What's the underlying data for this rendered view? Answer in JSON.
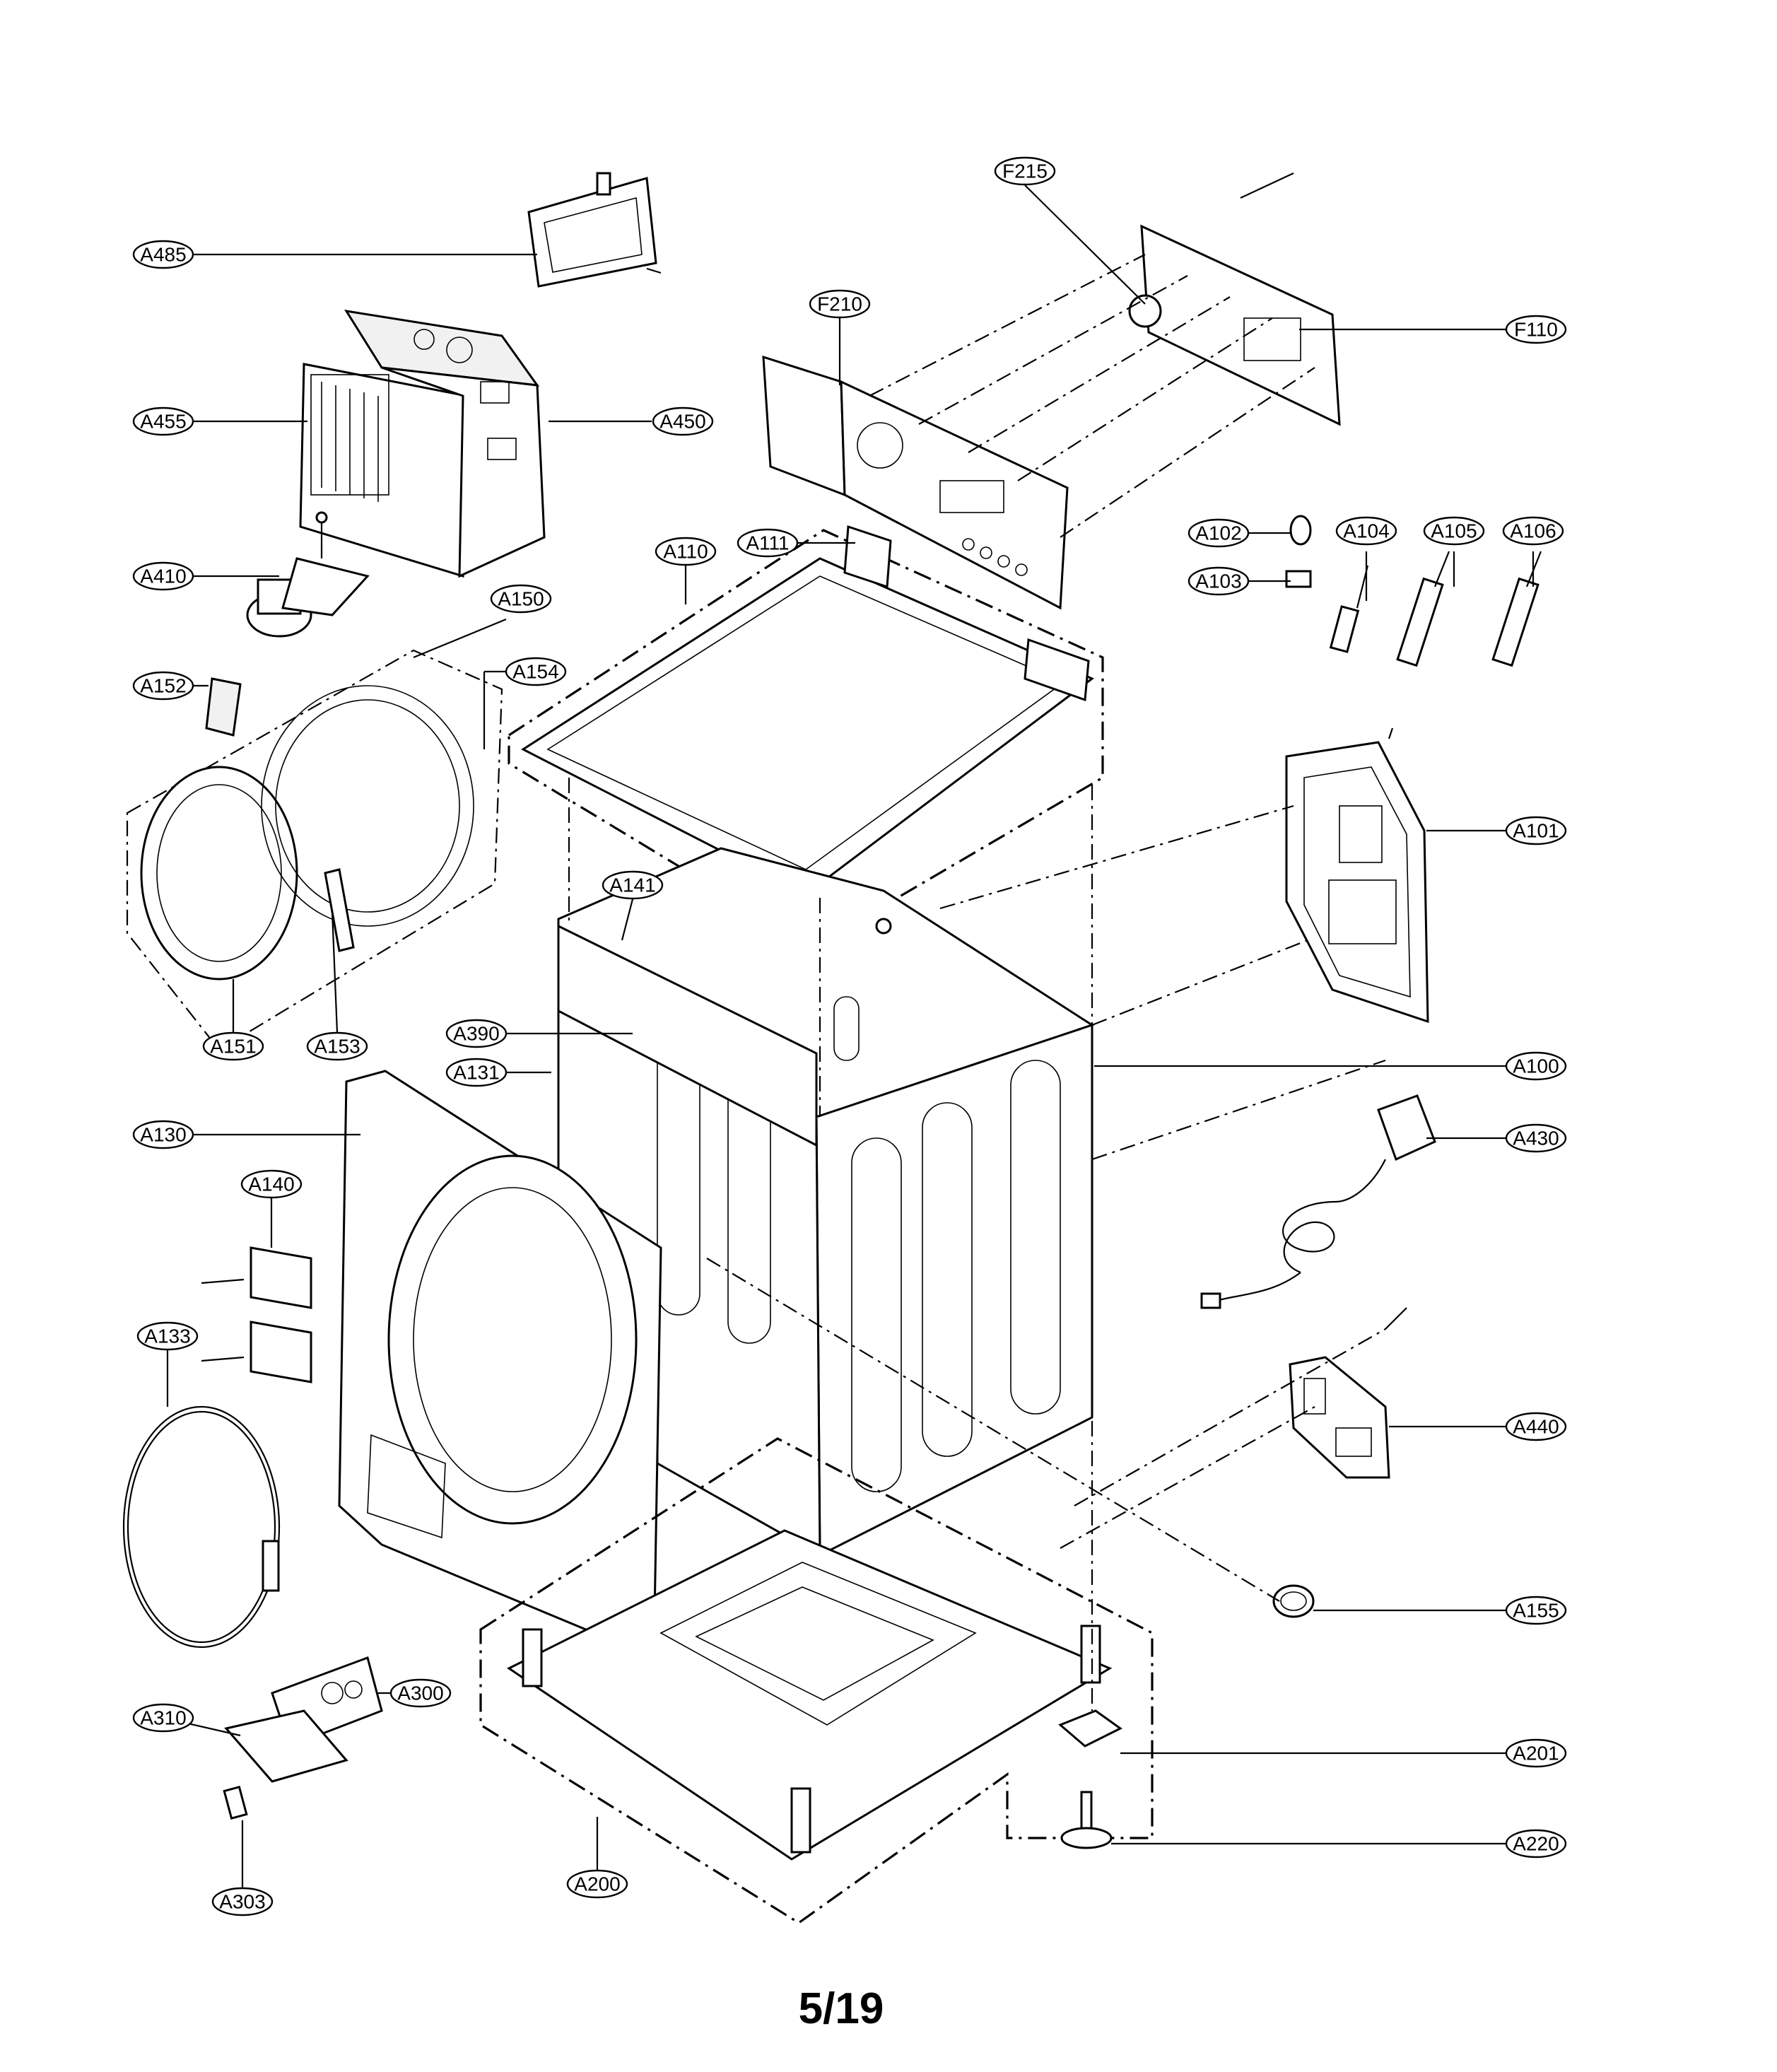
{
  "callouts": [
    {
      "id": "a485",
      "label": "A485"
    },
    {
      "id": "f215",
      "label": "F215"
    },
    {
      "id": "f210",
      "label": "F210"
    },
    {
      "id": "f110",
      "label": "F110"
    },
    {
      "id": "a455",
      "label": "A455"
    },
    {
      "id": "a450",
      "label": "A450"
    },
    {
      "id": "a410",
      "label": "A410"
    },
    {
      "id": "a110",
      "label": "A110"
    },
    {
      "id": "a111",
      "label": "A111"
    },
    {
      "id": "a102",
      "label": "A102"
    },
    {
      "id": "a103",
      "label": "A103"
    },
    {
      "id": "a104",
      "label": "A104"
    },
    {
      "id": "a105",
      "label": "A105"
    },
    {
      "id": "a106",
      "label": "A106"
    },
    {
      "id": "a150",
      "label": "A150"
    },
    {
      "id": "a152",
      "label": "A152"
    },
    {
      "id": "a154",
      "label": "A154"
    },
    {
      "id": "a101",
      "label": "A101"
    },
    {
      "id": "a141",
      "label": "A141"
    },
    {
      "id": "a151",
      "label": "A151"
    },
    {
      "id": "a153",
      "label": "A153"
    },
    {
      "id": "a390",
      "label": "A390"
    },
    {
      "id": "a131",
      "label": "A131"
    },
    {
      "id": "a100",
      "label": "A100"
    },
    {
      "id": "a130",
      "label": "A130"
    },
    {
      "id": "a430",
      "label": "A430"
    },
    {
      "id": "a140",
      "label": "A140"
    },
    {
      "id": "a133",
      "label": "A133"
    },
    {
      "id": "a440",
      "label": "A440"
    },
    {
      "id": "a155",
      "label": "A155"
    },
    {
      "id": "a300",
      "label": "A300"
    },
    {
      "id": "a310",
      "label": "A310"
    },
    {
      "id": "a201",
      "label": "A201"
    },
    {
      "id": "a220",
      "label": "A220"
    },
    {
      "id": "a303",
      "label": "A303"
    },
    {
      "id": "a200",
      "label": "A200"
    }
  ],
  "page_number": "5/19"
}
